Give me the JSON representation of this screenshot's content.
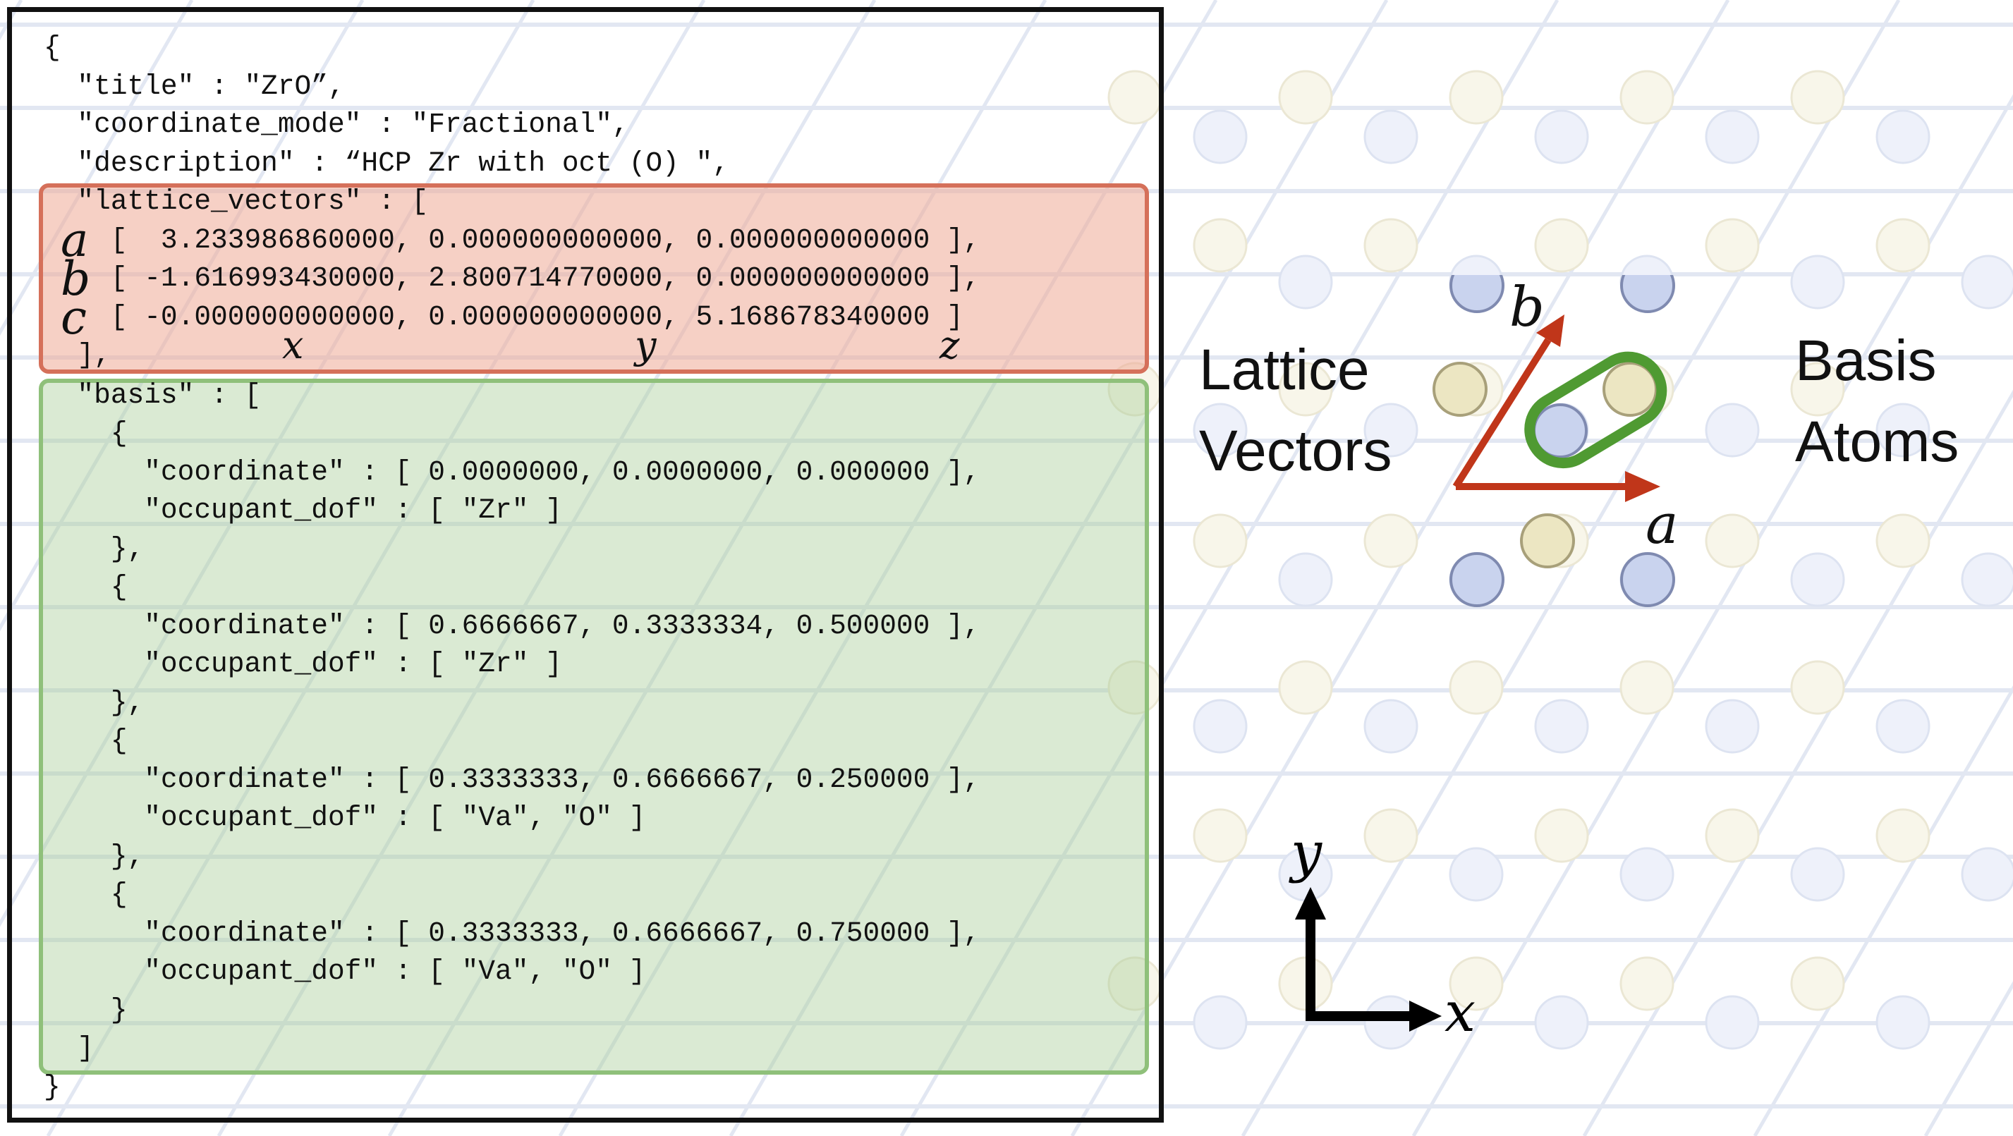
{
  "code_lines": [
    "{",
    "  \"title\" : \"ZrO”,",
    "  \"coordinate_mode\" : \"Fractional\",",
    "  \"description\" : “HCP Zr with oct (O) \",",
    "  \"lattice_vectors\" : [",
    "    [  3.233986860000, 0.000000000000, 0.000000000000 ],",
    "    [ -1.616993430000, 2.800714770000, 0.000000000000 ],",
    "    [ -0.000000000000, 0.000000000000, 5.168678340000 ]",
    "  ],",
    "  \"basis\" : [",
    "    {",
    "      \"coordinate\" : [ 0.0000000, 0.0000000, 0.000000 ],",
    "      \"occupant_dof\" : [ \"Zr\" ]",
    "    },",
    "    {",
    "      \"coordinate\" : [ 0.6666667, 0.3333334, 0.500000 ],",
    "      \"occupant_dof\" : [ \"Zr\" ]",
    "    },",
    "    {",
    "      \"coordinate\" : [ 0.3333333, 0.6666667, 0.250000 ],",
    "      \"occupant_dof\" : [ \"Va\", \"O\" ]",
    "    },",
    "    {",
    "      \"coordinate\" : [ 0.3333333, 0.6666667, 0.750000 ],",
    "      \"occupant_dof\" : [ \"Va\", \"O\" ]",
    "    }",
    "  ]",
    "}"
  ],
  "vector_labels": [
    "a",
    "b",
    "c"
  ],
  "axis_column_labels": [
    "x",
    "y",
    "z"
  ],
  "lattice_vectors_label": [
    "Lattice",
    "Vectors"
  ],
  "basis_atoms_label": [
    "Basis",
    "Atoms"
  ],
  "diagram": {
    "vector_a_label": "a",
    "vector_b_label": "b",
    "vector_color": "#c0361a",
    "basis_highlight_color": "#4f9a32",
    "atom_blue": "#c9d3ee",
    "atom_yellow": "#ece6c2"
  },
  "axes": {
    "x_label": "x",
    "y_label": "y"
  }
}
